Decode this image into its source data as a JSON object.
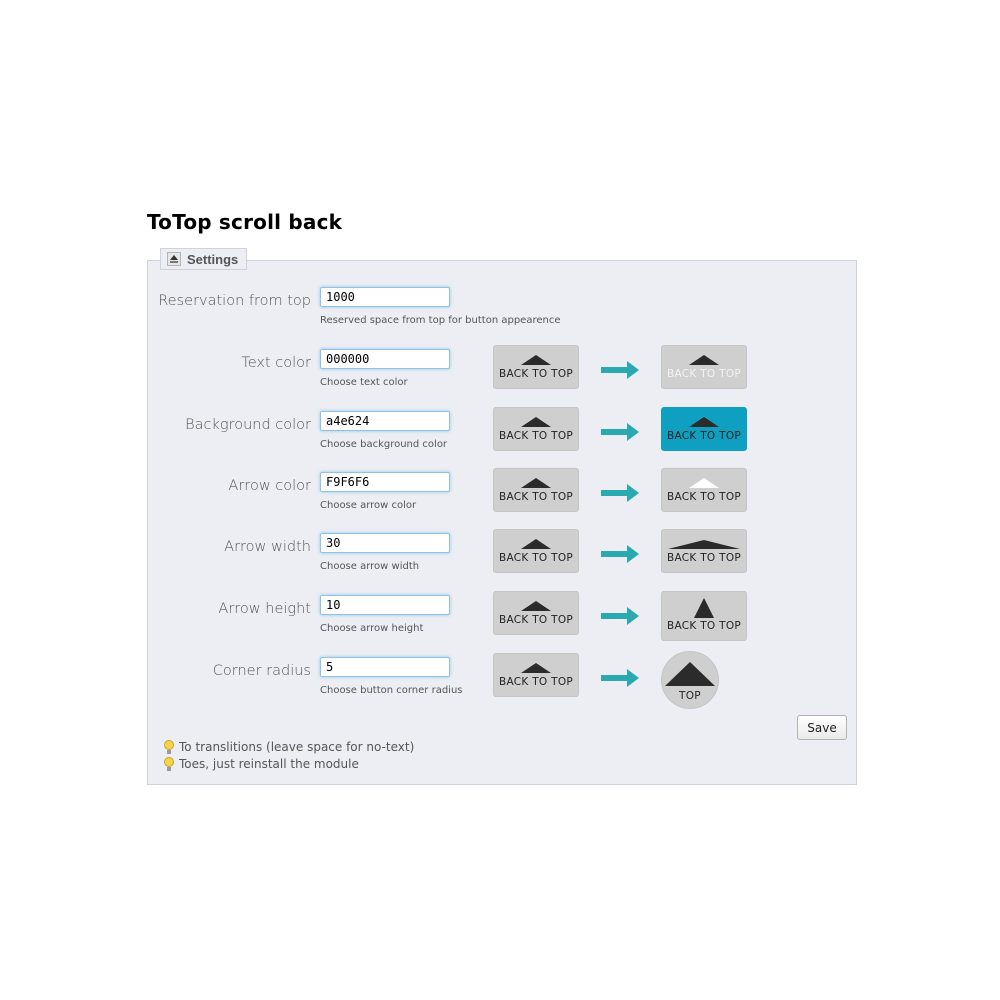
{
  "page_title": "ToTop scroll back",
  "panel": {
    "legend": "Settings",
    "legend_icon": "to-top-icon"
  },
  "rows": [
    {
      "label": "Reservation from top",
      "value": "1000",
      "hint": "Reserved space from top for button appearence",
      "preview": false
    },
    {
      "label": "Text color",
      "value": "000000",
      "hint": "Choose text color",
      "preview": true
    },
    {
      "label": "Background color",
      "value": "a4e624",
      "hint": "Choose background color",
      "preview": true
    },
    {
      "label": "Arrow color",
      "value": "F9F6F6",
      "hint": "Choose arrow color",
      "preview": true
    },
    {
      "label": "Arrow width",
      "value": "30",
      "hint": "Choose arrow width",
      "preview": true
    },
    {
      "label": "Arrow height",
      "value": "10",
      "hint": "Choose arrow height",
      "preview": true
    },
    {
      "label": "Corner radius",
      "value": "5",
      "hint": "Choose button corner radius",
      "preview": true
    }
  ],
  "preview": {
    "before_text": "BACK TO TOP",
    "after_texts": [
      "BACK TO TOP",
      "BACK TO TOP",
      "BACK TO TOP",
      "BACK TO TOP",
      "BACK TO TOP",
      "TOP"
    ],
    "arrow_color": "#2aaab0",
    "default_bg": "#cfcfcf",
    "after_bg_highlight": "#0f9fc0",
    "after_text_highlight": "#f2f2f2",
    "after_arrow_highlight": "#ffffff"
  },
  "save_label": "Save",
  "tips": [
    "To translitions (leave space for no-text)",
    "Toes, just reinstall the module"
  ]
}
